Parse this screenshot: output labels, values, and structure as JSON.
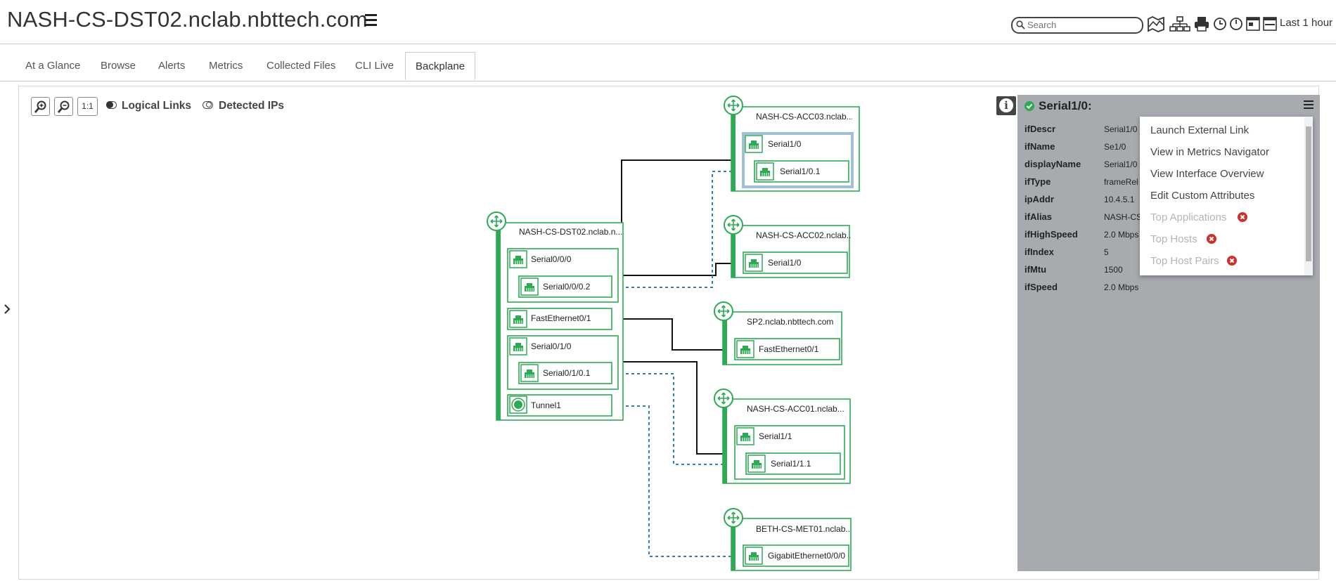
{
  "header": {
    "title": "NASH-CS-DST02.nclab.nbttech.com",
    "search_placeholder": "Search",
    "time_range": "Last 1 hour",
    "icons": [
      "map-icon",
      "topology-icon",
      "print-icon",
      "clock-icon",
      "history-icon",
      "layout-icon",
      "timeline-icon"
    ]
  },
  "tabs": [
    {
      "label": "At a Glance"
    },
    {
      "label": "Browse"
    },
    {
      "label": "Alerts"
    },
    {
      "label": "Metrics"
    },
    {
      "label": "Collected Files"
    },
    {
      "label": "CLI Live"
    },
    {
      "label": "Backplane",
      "active": true
    }
  ],
  "toolbar": {
    "one_to_one": "1:1",
    "logical_links": "Logical Links",
    "logical_links_on": true,
    "detected_ips": "Detected IPs",
    "detected_ips_on": false
  },
  "colors": {
    "device_green": "#2eaa55",
    "link_solid": "#111111",
    "link_dashed": "#2f7fb8",
    "selected": "#9fc1d6"
  },
  "topology": {
    "devices": [
      {
        "name": "NASH-CS-ACC03.nclab....",
        "interfaces": [
          "Serial1/0",
          "Serial1/0.1"
        ]
      },
      {
        "name": "NASH-CS-ACC02.nclab....",
        "interfaces": [
          "Serial1/0"
        ]
      },
      {
        "name": "NASH-CS-DST02.nclab.n...",
        "interfaces": [
          "Serial0/0/0",
          "Serial0/0/0.2",
          "FastEthernet0/1",
          "Serial0/1/0",
          "Serial0/1/0.1",
          "Tunnel1"
        ]
      },
      {
        "name": "SP2.nclab.nbttech.com",
        "interfaces": [
          "FastEthernet0/1"
        ]
      },
      {
        "name": "NASH-CS-ACC01.nclab....",
        "interfaces": [
          "Serial1/1",
          "Serial1/1.1"
        ]
      },
      {
        "name": "BETH-CS-MET01.nclab....",
        "interfaces": [
          "GigabitEthernet0/0/0"
        ]
      }
    ]
  },
  "sidepanel": {
    "title": "Serial1/0:",
    "attributes": [
      {
        "key": "ifDescr",
        "value": "Serial1/0"
      },
      {
        "key": "ifName",
        "value": "Se1/0"
      },
      {
        "key": "displayName",
        "value": "Serial1/0"
      },
      {
        "key": "ifType",
        "value": "frameRel"
      },
      {
        "key": "ipAddr",
        "value": "10.4.5.1"
      },
      {
        "key": "ifAlias",
        "value": "NASH-CS"
      },
      {
        "key": "ifHighSpeed",
        "value": "2.0 Mbps"
      },
      {
        "key": "ifIndex",
        "value": "5"
      },
      {
        "key": "ifMtu",
        "value": "1500"
      },
      {
        "key": "ifSpeed",
        "value": "2.0 Mbps"
      }
    ],
    "menu": [
      {
        "label": "Launch External Link",
        "disabled": false
      },
      {
        "label": "View in Metrics Navigator",
        "disabled": false
      },
      {
        "label": "View Interface Overview",
        "disabled": false
      },
      {
        "label": "Edit Custom Attributes",
        "disabled": false
      },
      {
        "label": "Top Applications",
        "disabled": true
      },
      {
        "label": "Top Hosts",
        "disabled": true
      },
      {
        "label": "Top Host Pairs",
        "disabled": true
      }
    ]
  }
}
